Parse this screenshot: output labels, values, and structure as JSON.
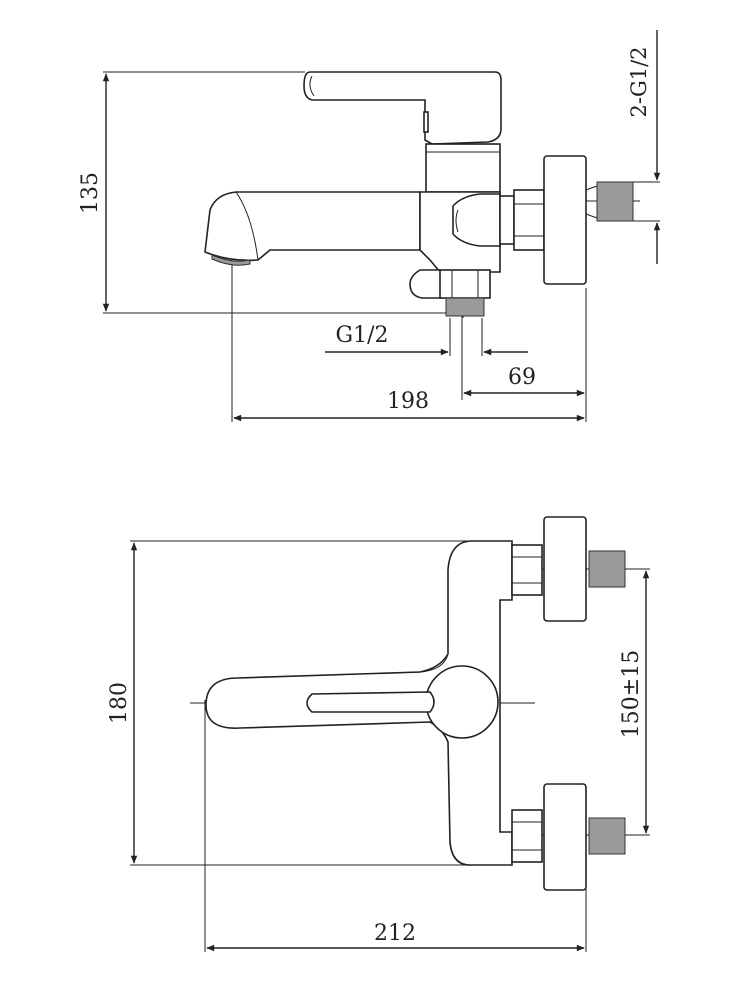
{
  "side_view": {
    "height": "135",
    "inlet_thread": "2-G1/2",
    "outlet_thread": "G1/2",
    "depth": "69",
    "length": "198"
  },
  "top_view": {
    "width_span": "180",
    "center_distance": "150±15",
    "length": "212"
  }
}
